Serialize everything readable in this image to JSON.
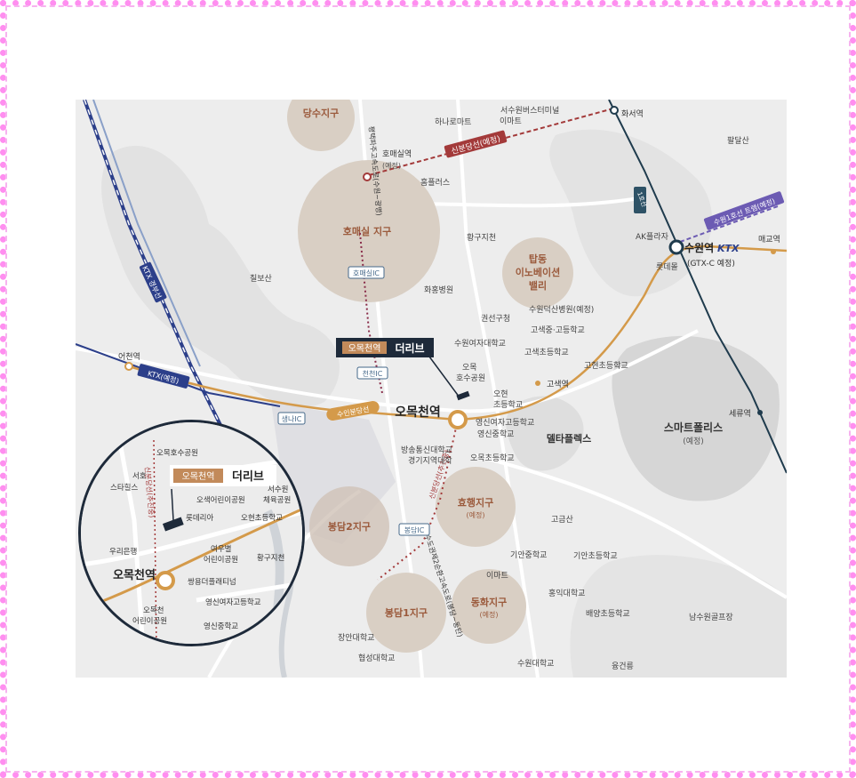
{
  "map": {
    "districts": [
      {
        "id": "dangsu",
        "name": "당수지구"
      },
      {
        "id": "homaesil",
        "name": "호매실 지구"
      },
      {
        "id": "tapdong1",
        "name": "탑동"
      },
      {
        "id": "tapdong2",
        "name": "이노베이션"
      },
      {
        "id": "tapdong3",
        "name": "밸리"
      },
      {
        "id": "bongdam2",
        "name": "봉담2지구"
      },
      {
        "id": "bongdam1",
        "name": "봉담1지구"
      },
      {
        "id": "hyohaeng",
        "name": "효행지구",
        "note": "(예정)"
      },
      {
        "id": "donghwa",
        "name": "동화지구",
        "note": "(예정)"
      },
      {
        "id": "deltaplex",
        "name": "델타플렉스"
      },
      {
        "id": "smartpolis",
        "name": "스마트폴리스",
        "note": "(예정)"
      }
    ],
    "stations": {
      "omokcheon": "오목천역",
      "suwon": "수원역",
      "suwon_ktx": "KTX",
      "suwon_note": "(GTX-C 예정)",
      "homaesil": "호매실역",
      "homaesil_note": "(예정)",
      "hwaseo": "화서역",
      "eocheon": "어천역",
      "gosaek": "고색역",
      "maegyo": "매교역",
      "seryu": "세류역"
    },
    "lines": {
      "sinbundang": "신분당선",
      "sinbundang_note": "(예정)",
      "suin_bundang": "수인분당선",
      "line1": "1호선",
      "suwon_tram": "수원1호선 트램",
      "suwon_tram_note": "(예정)",
      "gyeongbu": "경부선",
      "ktx": "KTX",
      "ktx_note": "(예정)",
      "sinbundang_vert": "신분당선(추진중)",
      "expressway_north": "평택파주고속도로(수원~광명)",
      "expressway_south": "수도권제2순환고속도로(봉담~동탄)"
    },
    "ic": {
      "homaesil_ic": "호매실IC",
      "cheoncheon_ic": "천천IC",
      "saengni_ic": "생나IC",
      "bongdam_ic": "봉담IC"
    },
    "pois": {
      "hanaro": "하나로마트",
      "emart1": "이마트",
      "suwonbus": "서수원버스터미널",
      "homeplus": "홈플러스",
      "hwanggujicheon": "황구지천",
      "chilbosan": "칠보산",
      "paldalsan": "팔달산",
      "ak": "AK플라자",
      "lotte": "롯데몰",
      "hwahong": "화홍병원",
      "gwonseon": "권선구청",
      "dukshan": "수원덕산병원(예정)",
      "suwonwomen": "수원여자대학교",
      "omoklake1": "오목",
      "omoklake2": "호수공원",
      "gosaekjung": "고색중·고등학교",
      "gosaekcho": "고색초등학교",
      "gohyeon": "고현초등학교",
      "ohyeon1": "오현",
      "ohyeon2": "초등학교",
      "youngshingirls": "영신여자고등학교",
      "youngshinmid": "영신중학교",
      "broadcast": "방송통신대학교",
      "gyeonggi": "경기지역대학",
      "omokcho": "오목초등학교",
      "goguemsan": "고금산",
      "giancho": "기안초등학교",
      "gianjung": "기안중학교",
      "emart2": "이마트",
      "hongik": "홍익대학교",
      "baeyang": "배양초등학교",
      "namsuwon": "남수원골프장",
      "janganuni": "장안대학교",
      "hyupsung": "협성대학교",
      "suwonuni": "수원대학교",
      "yunggeon": "융건릉"
    },
    "project_label": "오목천역",
    "project_name": "더리브"
  },
  "inset": {
    "project_label": "오목천역",
    "project_name": "더리브",
    "station": "오목천역",
    "pois": {
      "omokpark": "오목호수공원",
      "seoho1": "서호",
      "seoho2": "스타힐스",
      "oseak": "오색어린이공원",
      "seosuwon1": "서수원",
      "seosuwon2": "체육공원",
      "lotteria": "롯데리아",
      "ohyeoncho": "오현초등학교",
      "woori": "우리은행",
      "yeowoo1": "여우별",
      "yeowoo2": "어린이공원",
      "hwanggu": "황구지천",
      "ssangyong": "쌍용더플래티넘",
      "ysgirls": "영신여자고등학교",
      "ysmid": "영신중학교",
      "omokkids1": "오목천",
      "omokkids2": "어린이공원",
      "sinbundang": "신분당선(추진중)"
    }
  },
  "colors": {
    "frame": "#ff8ef0",
    "suin_line": "#d49a4a",
    "sinbundang": "#a33a3a",
    "line1": "#1f3b4d",
    "ktx": "#2c3f8a",
    "zone_fill": "#dcd3c8",
    "label_box": "#1e2a3a",
    "label_accent": "#c28a5a"
  }
}
